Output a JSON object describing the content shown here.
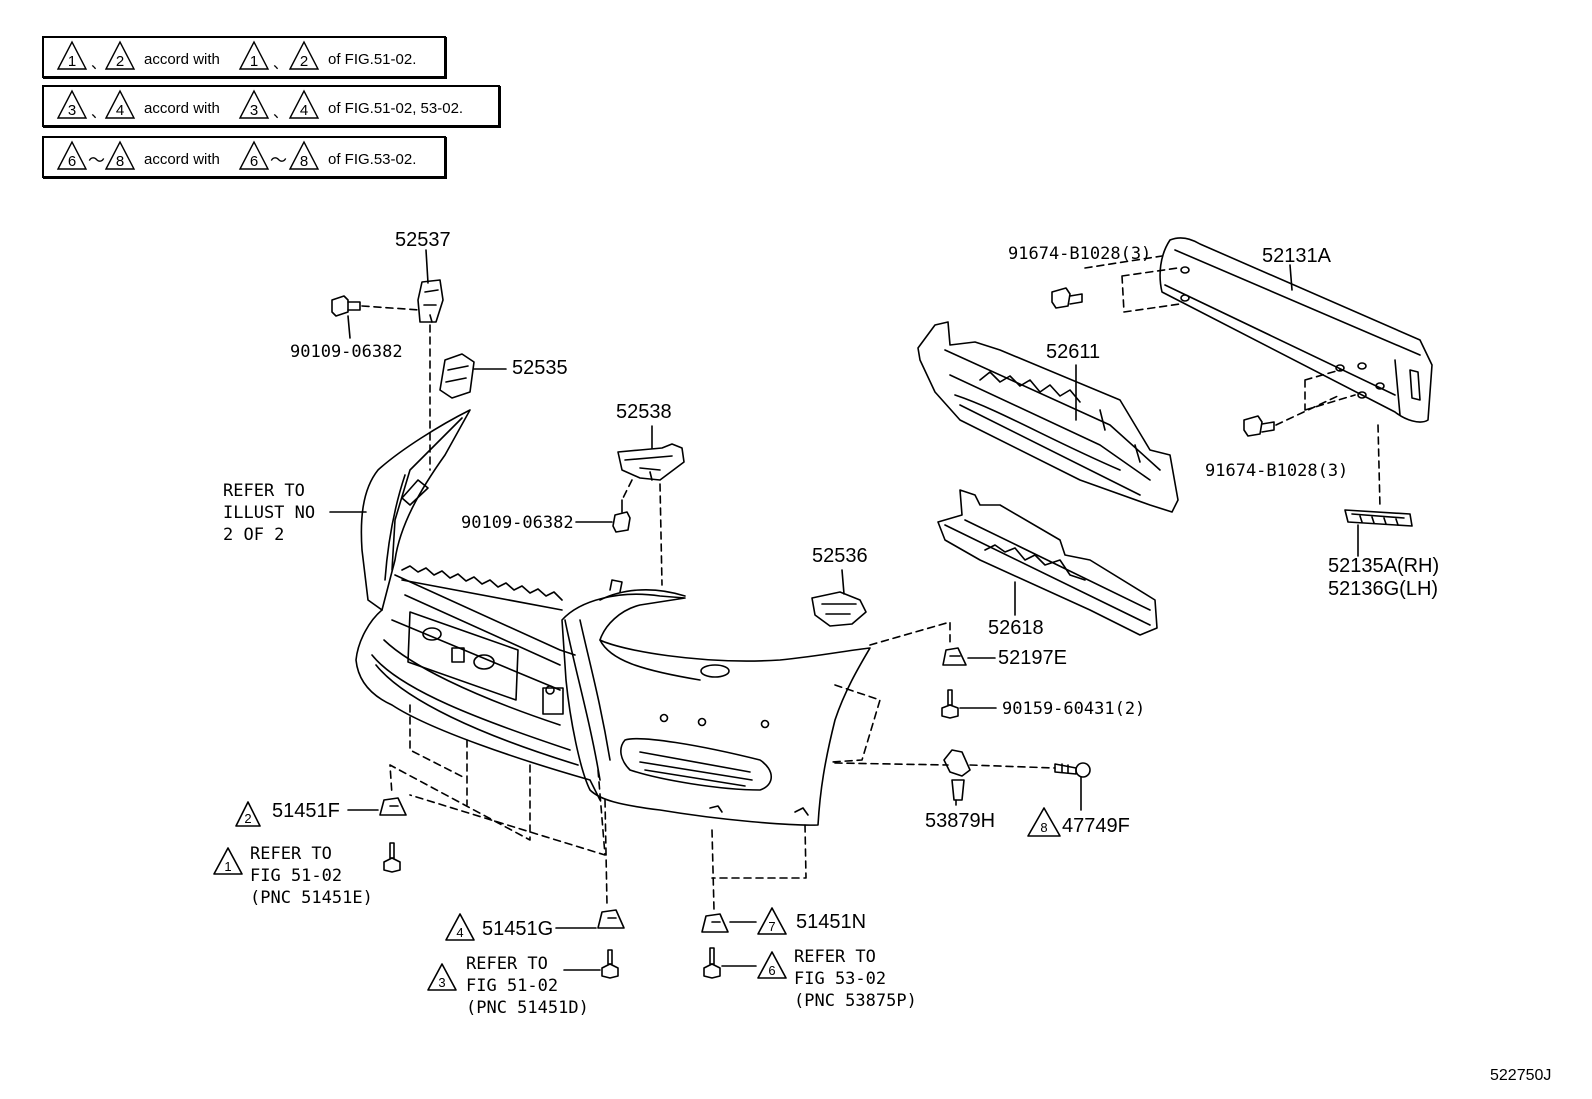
{
  "notes": [
    {
      "a": "1",
      "sep": "、",
      "b": "2",
      "text1": "accord with",
      "c": "1",
      "sep2": "、",
      "d": "2",
      "text2": "of FIG.51-02."
    },
    {
      "a": "3",
      "sep": "、",
      "b": "4",
      "text1": "accord with",
      "c": "3",
      "sep2": "、",
      "d": "4",
      "text2": "of FIG.51-02, 53-02."
    },
    {
      "a": "6",
      "sep": "～",
      "b": "8",
      "text1": "accord with",
      "c": "6",
      "sep2": "～",
      "d": "8",
      "text2": "of FIG.53-02."
    }
  ],
  "parts": {
    "p52537": "52537",
    "p90109a": "90109-06382",
    "p52535": "52535",
    "p52538": "52538",
    "p90109b": "90109-06382",
    "p52536": "52536",
    "p52611": "52611",
    "p52131A": "52131A",
    "p91674a": "91674-B1028(3)",
    "p91674b": "91674-B1028(3)",
    "p52135A": "52135A(RH)",
    "p52136G": "52136G(LH)",
    "p52618": "52618",
    "p52197E": "52197E",
    "p90159": "90159-60431(2)",
    "p53879H": "53879H",
    "p47749F": "47749F",
    "p51451F": "51451F",
    "p51451G": "51451G",
    "p51451N": "51451N"
  },
  "markers": {
    "m51451F": "2",
    "mRef1": "1",
    "m51451G": "4",
    "mRef3": "3",
    "m51451N": "7",
    "mRef6": "6",
    "m47749F": "8"
  },
  "refs": {
    "illust": [
      "REFER TO",
      "ILLUST NO",
      "2 OF 2"
    ],
    "fig51a": [
      "REFER TO",
      "FIG 51-02",
      "(PNC 51451E)"
    ],
    "fig51b": [
      "REFER TO",
      "FIG 51-02",
      "(PNC 51451D)"
    ],
    "fig53": [
      "REFER TO",
      "FIG 53-02",
      "(PNC 53875P)"
    ]
  },
  "figure_id": "522750J"
}
